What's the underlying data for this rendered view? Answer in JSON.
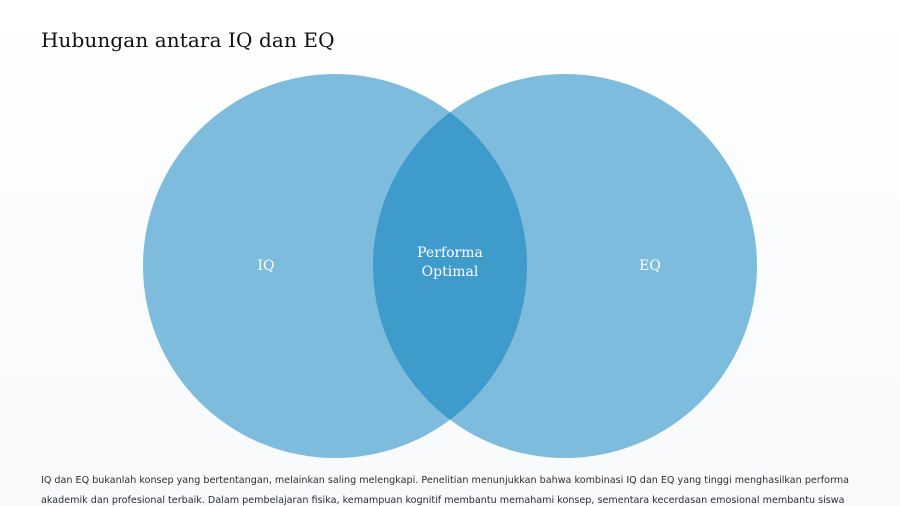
{
  "slide": {
    "title": "Hubungan antara IQ dan EQ",
    "description": "IQ dan EQ bukanlah konsep yang bertentangan, melainkan saling melengkapi. Penelitian menunjukkan bahwa kombinasi IQ dan EQ yang tinggi menghasilkan performa akademik dan profesional terbaik. Dalam pembelajaran fisika, kemampuan kognitif membantu memahami konsep, sementara kecerdasan emosional membantu siswa tetap"
  },
  "venn": {
    "left_label": "IQ",
    "right_label": "EQ",
    "overlap_label_line1": "Performa",
    "overlap_label_line2": "Optimal",
    "colors": {
      "circle_fill": "#7ebcdd",
      "overlap_fill": "#3f9bcc",
      "label_text": "#ffffff"
    }
  }
}
